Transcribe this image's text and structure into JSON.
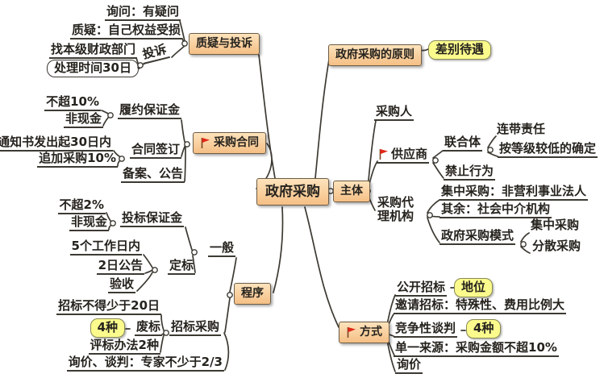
{
  "center": {
    "label": "政府采购"
  },
  "principles": {
    "node": "政府采购的原则",
    "tag": "差别待遇"
  },
  "challenge": {
    "node": "质疑与投诉",
    "inquiry": "询问：有疑问",
    "question": "质疑：自己权益受损",
    "complaint": "投诉",
    "dept": "找本级财政部门",
    "time": "处理时间30日"
  },
  "contract": {
    "node": "采购合同",
    "bond": "履约保证金",
    "bond_cap": "不超10%",
    "bond_noncash": "非现金",
    "sign": "合同签订",
    "sign_time": "通知书发出起30日内",
    "extra": "追加采购10%",
    "filing": "备案、公告"
  },
  "procedure": {
    "node": "程序",
    "general": "一般",
    "bid_bond": "投标保证金",
    "bid_cap": "不超2%",
    "bid_noncash": "非现金",
    "award": "定标",
    "award_days": "5个工作日内",
    "announce": "2日公告",
    "accept": "验收",
    "tender": "招标采购",
    "tender_days": "招标不得少于20日",
    "four_tag": "4种",
    "invalid": "废标",
    "eval_methods": "评标办法2种",
    "expert_rule": "询价、谈判：专家不少于2/3"
  },
  "subject": {
    "node": "主体",
    "purchaser": "采购人",
    "supplier": "供应商",
    "consortium": "联合体",
    "liability": "连带责任",
    "grade": "按等级较低的确定",
    "prohibited": "禁止行为",
    "agency": "采购代理机构",
    "centralized": "集中采购：非营利事业法人",
    "others": "其余：社会中介机构",
    "mode": "政府采购模式",
    "mode_central": "集中采购",
    "mode_scattered": "分散采购"
  },
  "methods": {
    "node": "方式",
    "open": "公开招标",
    "status_tag": "地位",
    "invite": "邀请招标：特殊性、费用比例大",
    "negotiate": "竞争性谈判",
    "four_tag": "4种",
    "single": "单一来源：采购金额不超10%",
    "inquiry": "询价"
  },
  "icons": {
    "flag": "red-flag-icon"
  },
  "colors": {
    "node_fill_top": "#fde3bc",
    "node_fill_bottom": "#f5bf85",
    "node_border": "#6e5d46",
    "highlight_fill": "#fbfb8d",
    "highlight_border": "#8a8a55",
    "line": "#3d3a33",
    "flag_red": "#e02818"
  }
}
